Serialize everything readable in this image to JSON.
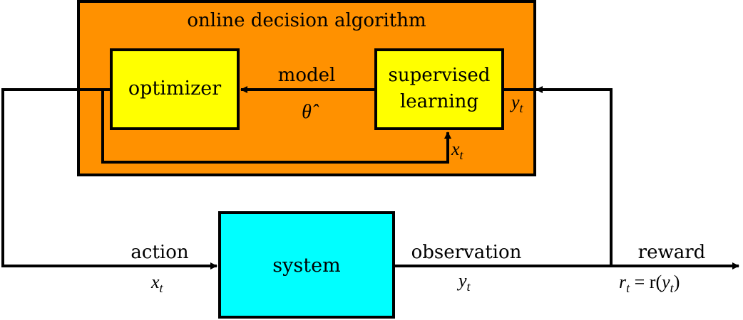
{
  "diagram": {
    "outer_box": {
      "title": "online decision algorithm"
    },
    "optimizer": {
      "label": "optimizer"
    },
    "supervised_learning": {
      "label_line1": "supervised",
      "label_line2": "learning"
    },
    "model_edge": {
      "label": "model",
      "symbol": "θ̂"
    },
    "feedback_edge": {
      "var": "x",
      "sub": "t"
    },
    "input_edge": {
      "var": "y",
      "sub": "t"
    },
    "system": {
      "label": "system"
    },
    "action_edge": {
      "label": "action",
      "var": "x",
      "sub": "t"
    },
    "observation_edge": {
      "label": "observation",
      "var": "y",
      "sub": "t"
    },
    "reward_edge": {
      "label": "reward",
      "formula_pre": "r",
      "formula_sub": "t",
      "formula_eq": " = r(",
      "formula_var": "y",
      "formula_var_sub": "t",
      "formula_close": ")"
    },
    "colors": {
      "outer_fill": "#FF9100",
      "inner_fill": "#FFFF00",
      "system_fill": "#00FFFF",
      "stroke": "#000000"
    }
  }
}
